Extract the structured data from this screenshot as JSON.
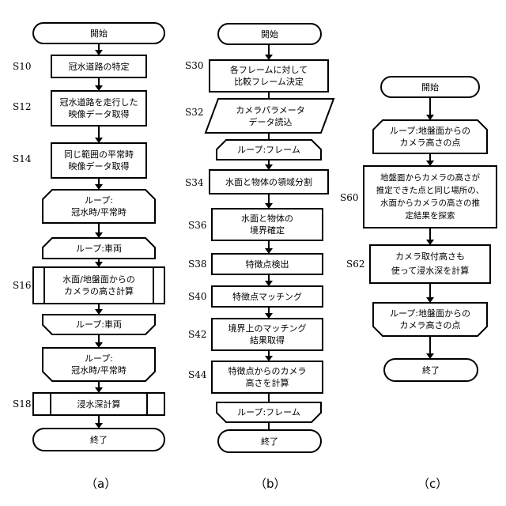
{
  "a": {
    "start": "開始",
    "s10": {
      "step": "S10",
      "text": [
        "冠水道路の特定"
      ]
    },
    "s12": {
      "step": "S12",
      "text": [
        "冠水道路を走行した",
        "映像データ取得"
      ]
    },
    "s14": {
      "step": "S14",
      "text": [
        "同じ範囲の平常時",
        "映像データ取得"
      ]
    },
    "loop_flood_begin": [
      "ループ:",
      "冠水時/平常時"
    ],
    "loop_vehicle_begin": [
      "ループ:車両"
    ],
    "s16": {
      "step": "S16",
      "text": [
        "水面/地盤面からの",
        "カメラの高さ計算"
      ]
    },
    "loop_vehicle_end": [
      "ループ:車両"
    ],
    "loop_flood_end": [
      "ループ:",
      "冠水時/平常時"
    ],
    "s18": {
      "step": "S18",
      "text": [
        "浸水深計算"
      ]
    },
    "end": "終了",
    "caption": "（a）"
  },
  "b": {
    "start": "開始",
    "s30": {
      "step": "S30",
      "text": [
        "各フレームに対して",
        "比較フレーム決定"
      ]
    },
    "s32": {
      "step": "S32",
      "text": [
        "カメラパラメータ",
        "データ読込"
      ]
    },
    "loop_frame_begin": [
      "ループ:フレーム"
    ],
    "s34": {
      "step": "S34",
      "text": [
        "水面と物体の領域分割"
      ]
    },
    "s36": {
      "step": "S36",
      "text": [
        "水面と物体の",
        "境界確定"
      ]
    },
    "s38": {
      "step": "S38",
      "text": [
        "特徴点検出"
      ]
    },
    "s40": {
      "step": "S40",
      "text": [
        "特徴点マッチング"
      ]
    },
    "s42": {
      "step": "S42",
      "text": [
        "境界上のマッチング",
        "結果取得"
      ]
    },
    "s44": {
      "step": "S44",
      "text": [
        "特徴点からのカメラ",
        "高さを計算"
      ]
    },
    "loop_frame_end": [
      "ループ:フレーム"
    ],
    "end": "終了",
    "caption": "（b）"
  },
  "c": {
    "start": "開始",
    "loop_point_begin": [
      "ループ:地盤面からの",
      "カメラ高さの点"
    ],
    "s60": {
      "step": "S60",
      "text": [
        "地盤面からカメラの高さが",
        "推定できた点と同じ場所の、",
        "水面からカメラの高さの推",
        "定結果を探索"
      ]
    },
    "s62": {
      "step": "S62",
      "text": [
        "カメラ取付高さも",
        "使って浸水深を計算"
      ]
    },
    "loop_point_end": [
      "ループ:地盤面からの",
      "カメラ高さの点"
    ],
    "end": "終了",
    "caption": "（c）"
  }
}
